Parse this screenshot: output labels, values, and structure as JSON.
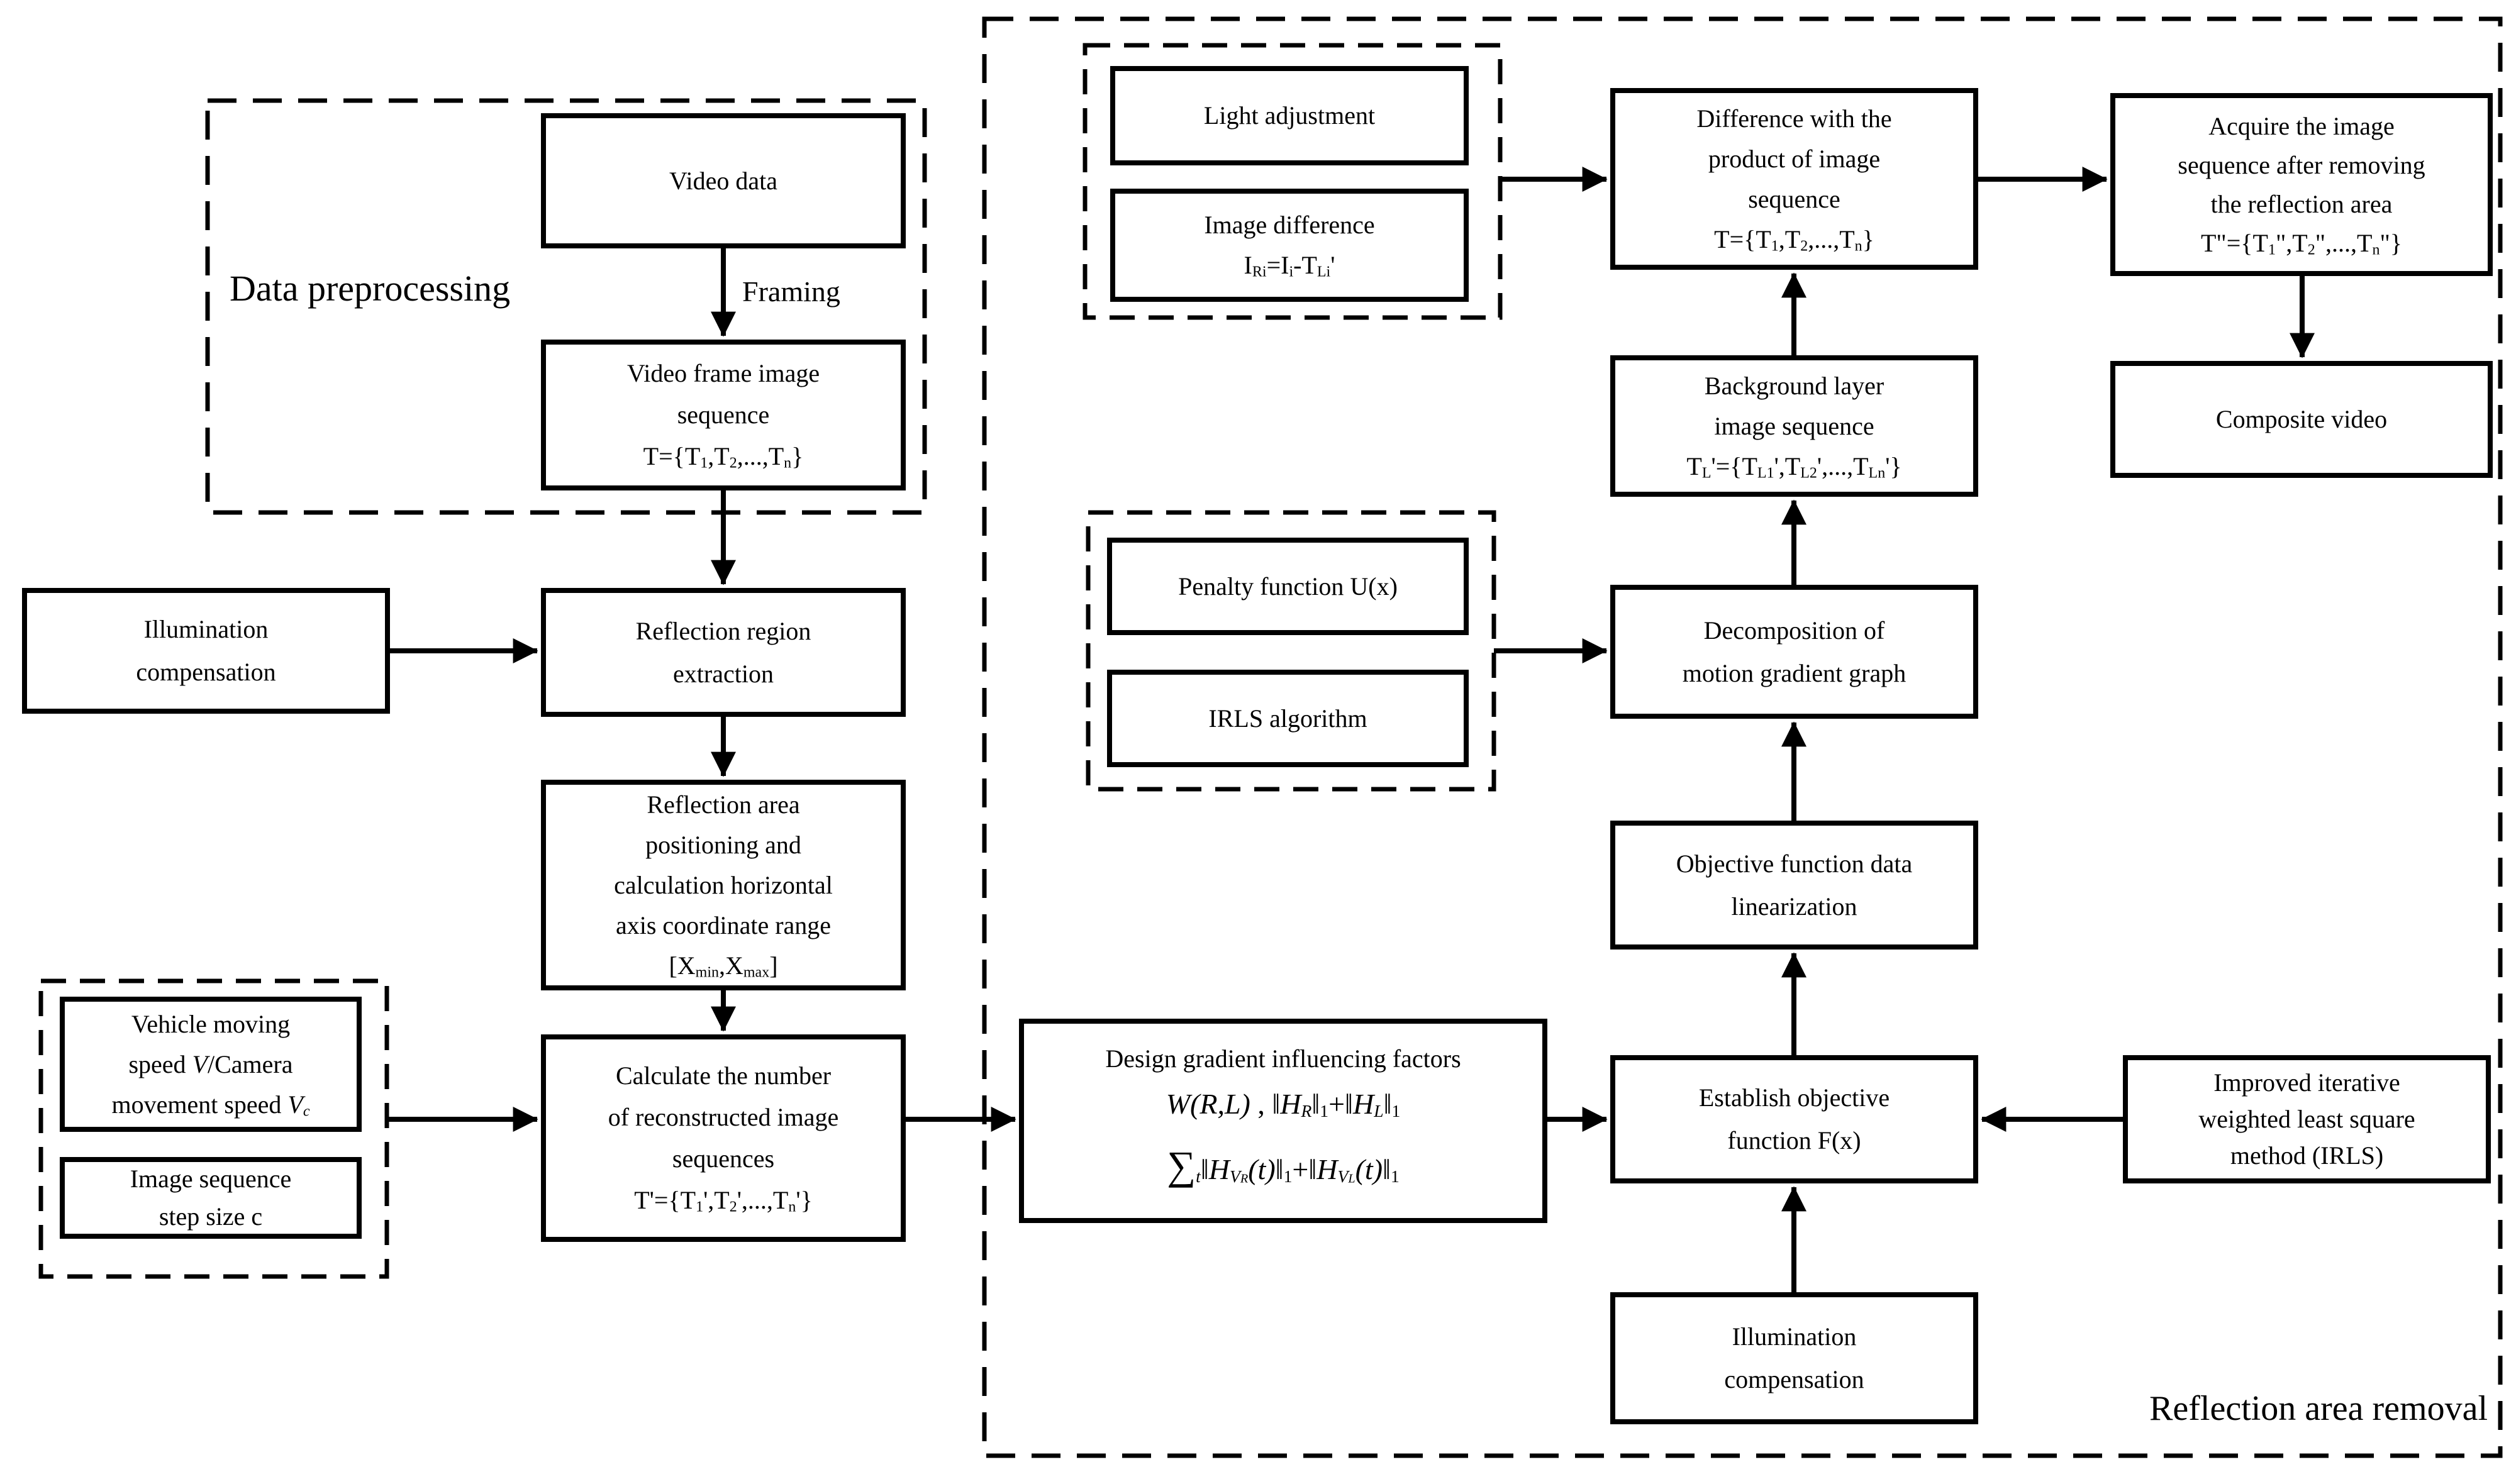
{
  "colors": {
    "ink": "#000000",
    "paper": "#ffffff"
  },
  "groups": {
    "data_preprocessing": "Data preprocessing",
    "reflection_area_removal": "Reflection area removal"
  },
  "labels": {
    "framing": "Framing"
  },
  "nodes": {
    "video_data": {
      "text": "Video data"
    },
    "video_frame_sequence": {
      "segments": [
        {
          "t": "Video frame image\nsequence\nT={T"
        },
        {
          "t": "1",
          "c": "sb"
        },
        {
          "t": ",T"
        },
        {
          "t": "2",
          "c": "sb"
        },
        {
          "t": ",...,T"
        },
        {
          "t": "n",
          "c": "sb"
        },
        {
          "t": "}"
        }
      ]
    },
    "illumination_compensation_left": {
      "text": "Illumination\ncompensation"
    },
    "reflection_region_extraction": {
      "text": "Reflection region\nextraction"
    },
    "reflection_area_positioning": {
      "segments": [
        {
          "t": "Reflection area\npositioning and\ncalculation horizontal\naxis coordinate range\n[X"
        },
        {
          "t": "min",
          "c": "sb"
        },
        {
          "t": ",X"
        },
        {
          "t": "max",
          "c": "sb"
        },
        {
          "t": "]"
        }
      ]
    },
    "vehicle_moving_speed": {
      "segments": [
        {
          "t": "Vehicle moving\nspeed "
        },
        {
          "t": "V",
          "c": "it"
        },
        {
          "t": "/Camera\nmovement speed "
        },
        {
          "t": "V",
          "c": "it"
        },
        {
          "t": "c",
          "c": "sbit"
        }
      ]
    },
    "image_sequence_step": {
      "text": "Image sequence\nstep size c"
    },
    "calculate_sequences": {
      "segments": [
        {
          "t": "Calculate the number\nof reconstructed image\nsequences\nT'={T"
        },
        {
          "t": "1",
          "c": "sb"
        },
        {
          "t": "',T"
        },
        {
          "t": "2",
          "c": "sb"
        },
        {
          "t": "',...,T"
        },
        {
          "t": "n",
          "c": "sb"
        },
        {
          "t": "'}"
        }
      ]
    },
    "design_gradient": {
      "title": "Design gradient influencing factors",
      "formula1": [
        {
          "t": "W(R,L)",
          "c": "it"
        },
        {
          "t": " , "
        },
        {
          "t": "‖"
        },
        {
          "t": "H",
          "c": "it"
        },
        {
          "t": "R",
          "c": "sbit"
        },
        {
          "t": "‖"
        },
        {
          "t": "1",
          "c": "sb"
        },
        {
          "t": "+"
        },
        {
          "t": "‖"
        },
        {
          "t": "H",
          "c": "it"
        },
        {
          "t": "L",
          "c": "sbit"
        },
        {
          "t": "‖"
        },
        {
          "t": "1",
          "c": "sb"
        }
      ],
      "formula2": [
        {
          "t": "∑",
          "c": "big"
        },
        {
          "t": "t",
          "c": "sbit"
        },
        {
          "t": "‖"
        },
        {
          "t": "H",
          "c": "it"
        },
        {
          "t": "V",
          "c": "sbit"
        },
        {
          "t": "R",
          "c": "sbit2"
        },
        {
          "t": "(t)",
          "c": "it"
        },
        {
          "t": "‖"
        },
        {
          "t": "1",
          "c": "sb"
        },
        {
          "t": "+"
        },
        {
          "t": "‖"
        },
        {
          "t": "H",
          "c": "it"
        },
        {
          "t": "V",
          "c": "sbit"
        },
        {
          "t": "L",
          "c": "sbit2"
        },
        {
          "t": "(t)",
          "c": "it"
        },
        {
          "t": "‖"
        },
        {
          "t": "1",
          "c": "sb"
        }
      ]
    },
    "establish_objective": {
      "text": "Establish objective\nfunction F(x)"
    },
    "improved_irls": {
      "text": "Improved iterative\nweighted least square\nmethod (IRLS)"
    },
    "illumination_compensation_bottom": {
      "text": "Illumination\ncompensation"
    },
    "objective_linearization": {
      "text": "Objective function data\nlinearization"
    },
    "decomposition_motion_gradient": {
      "text": "Decomposition of\nmotion gradient graph"
    },
    "penalty_function": {
      "text": "Penalty function U(x)"
    },
    "irls_algorithm": {
      "text": "IRLS algorithm"
    },
    "background_layer_sequence": {
      "segments": [
        {
          "t": "Background layer\nimage sequence\nT"
        },
        {
          "t": "L",
          "c": "sb"
        },
        {
          "t": "'={T"
        },
        {
          "t": "L1",
          "c": "sb"
        },
        {
          "t": "',T"
        },
        {
          "t": "L2",
          "c": "sb"
        },
        {
          "t": "',...,T"
        },
        {
          "t": "Ln",
          "c": "sb"
        },
        {
          "t": "'}"
        }
      ]
    },
    "light_adjustment": {
      "text": "Light adjustment"
    },
    "image_difference": {
      "segments": [
        {
          "t": "Image difference\nI"
        },
        {
          "t": "Ri",
          "c": "sb"
        },
        {
          "t": "=I"
        },
        {
          "t": "i",
          "c": "sb"
        },
        {
          "t": "-T"
        },
        {
          "t": "Li",
          "c": "sb"
        },
        {
          "t": "'"
        }
      ]
    },
    "difference_with_product": {
      "segments": [
        {
          "t": "Difference with the\nproduct of image\nsequence\nT={T"
        },
        {
          "t": "1",
          "c": "sb"
        },
        {
          "t": ",T"
        },
        {
          "t": "2",
          "c": "sb"
        },
        {
          "t": ",...,T"
        },
        {
          "t": "n",
          "c": "sb"
        },
        {
          "t": "}"
        }
      ]
    },
    "acquire_sequence": {
      "segments": [
        {
          "t": "Acquire the image\nsequence after removing\nthe reflection area\nT\"={T"
        },
        {
          "t": "1",
          "c": "sb"
        },
        {
          "t": "\",T"
        },
        {
          "t": "2",
          "c": "sb"
        },
        {
          "t": "\",...,T"
        },
        {
          "t": "n",
          "c": "sb"
        },
        {
          "t": "\"}"
        }
      ]
    },
    "composite_video": {
      "text": "Composite video"
    }
  }
}
